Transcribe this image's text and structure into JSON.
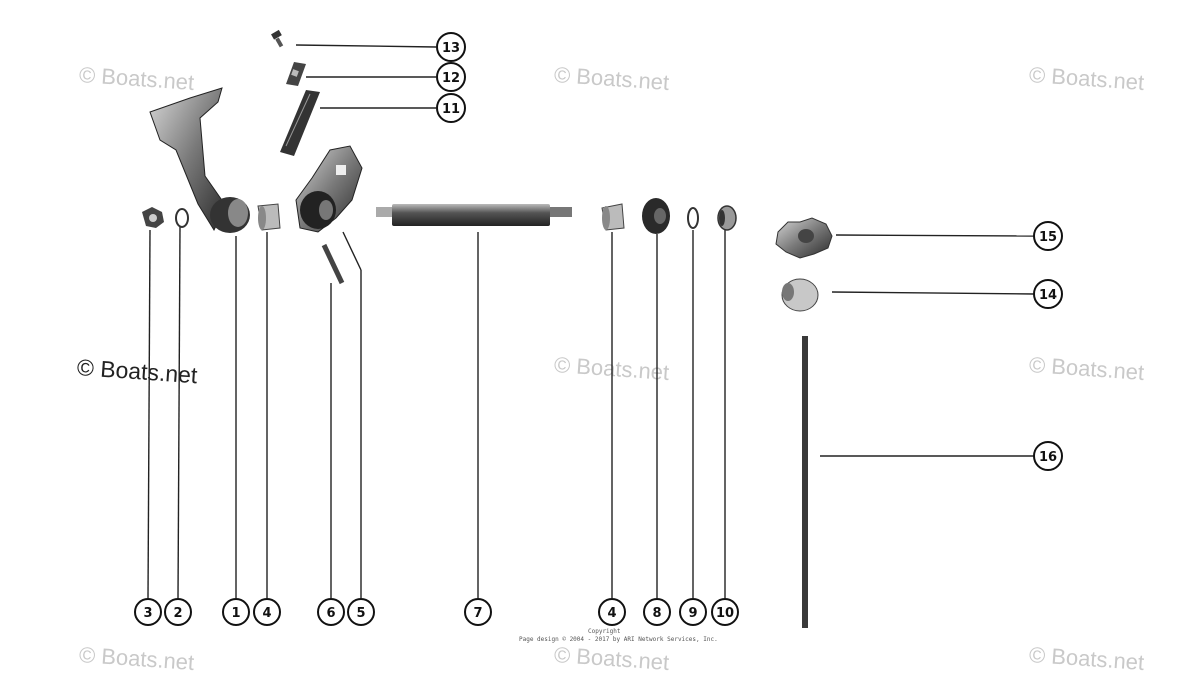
{
  "watermarks": [
    "© Boats.net",
    "© Boats.net",
    "© Boats.net",
    "© Boats.net",
    "© Boats.net",
    "© Boats.net",
    "© Boats.net",
    "© Boats.net"
  ],
  "strong_watermark": "© Boats.net",
  "copyright": {
    "line1": "Copyright",
    "line2": "Page design © 2004 - 2017 by ARI Network Services, Inc."
  },
  "callouts": [
    "3",
    "2",
    "1",
    "4",
    "6",
    "5",
    "7",
    "4",
    "8",
    "9",
    "10",
    "15",
    "14",
    "16",
    "13",
    "12",
    "11"
  ]
}
